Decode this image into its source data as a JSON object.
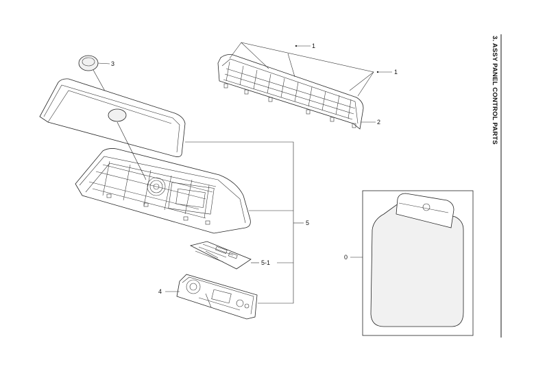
{
  "title": "3. ASSY PANEL CONTROL PARTS",
  "callouts": {
    "c1a": "1",
    "c1b": "1",
    "c2": "2",
    "c3": "3",
    "c5": "5",
    "c51": "5-1",
    "c4": "4",
    "c0": "0"
  }
}
